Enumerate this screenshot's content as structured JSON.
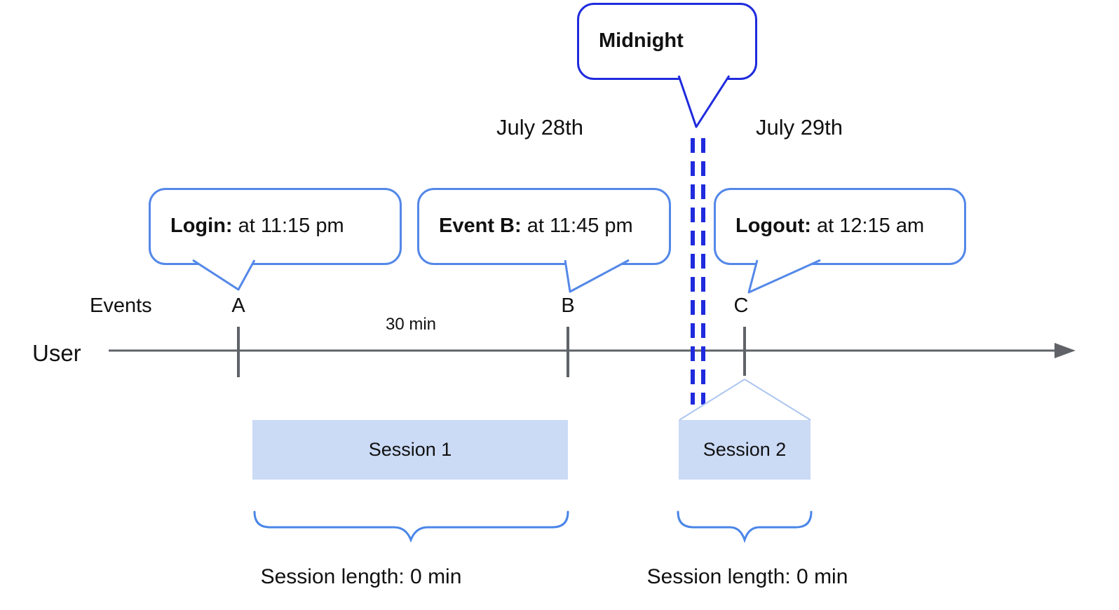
{
  "title": "User session timeline diagram",
  "colors": {
    "callout_border_blue": "#5488e8",
    "midnight_blue": "#1f2bdd",
    "axis_gray": "#5f6368",
    "session_fill": "#cbdaf5",
    "connector_light_blue": "#adc6f0",
    "brace_blue": "#4a86e8",
    "text_black": "#111111"
  },
  "days": {
    "left_label": "July 28th",
    "right_label": "July 29th"
  },
  "callouts": {
    "midnight": {
      "label": "Midnight"
    },
    "login": {
      "bold": "Login:",
      "rest": " at 11:15 pm"
    },
    "event_b": {
      "bold": "Event B:",
      "rest": " at 11:45 pm"
    },
    "logout": {
      "bold": "Logout:",
      "rest": " at 12:15 am"
    }
  },
  "axis": {
    "row_label": "Events",
    "lane_label": "User",
    "interval_label": "30 min",
    "markers": [
      "A",
      "B",
      "C"
    ]
  },
  "sessions": [
    {
      "label": "Session 1",
      "length_label": "Session length: 0 min"
    },
    {
      "label": "Session 2",
      "length_label": "Session length: 0 min"
    }
  ]
}
